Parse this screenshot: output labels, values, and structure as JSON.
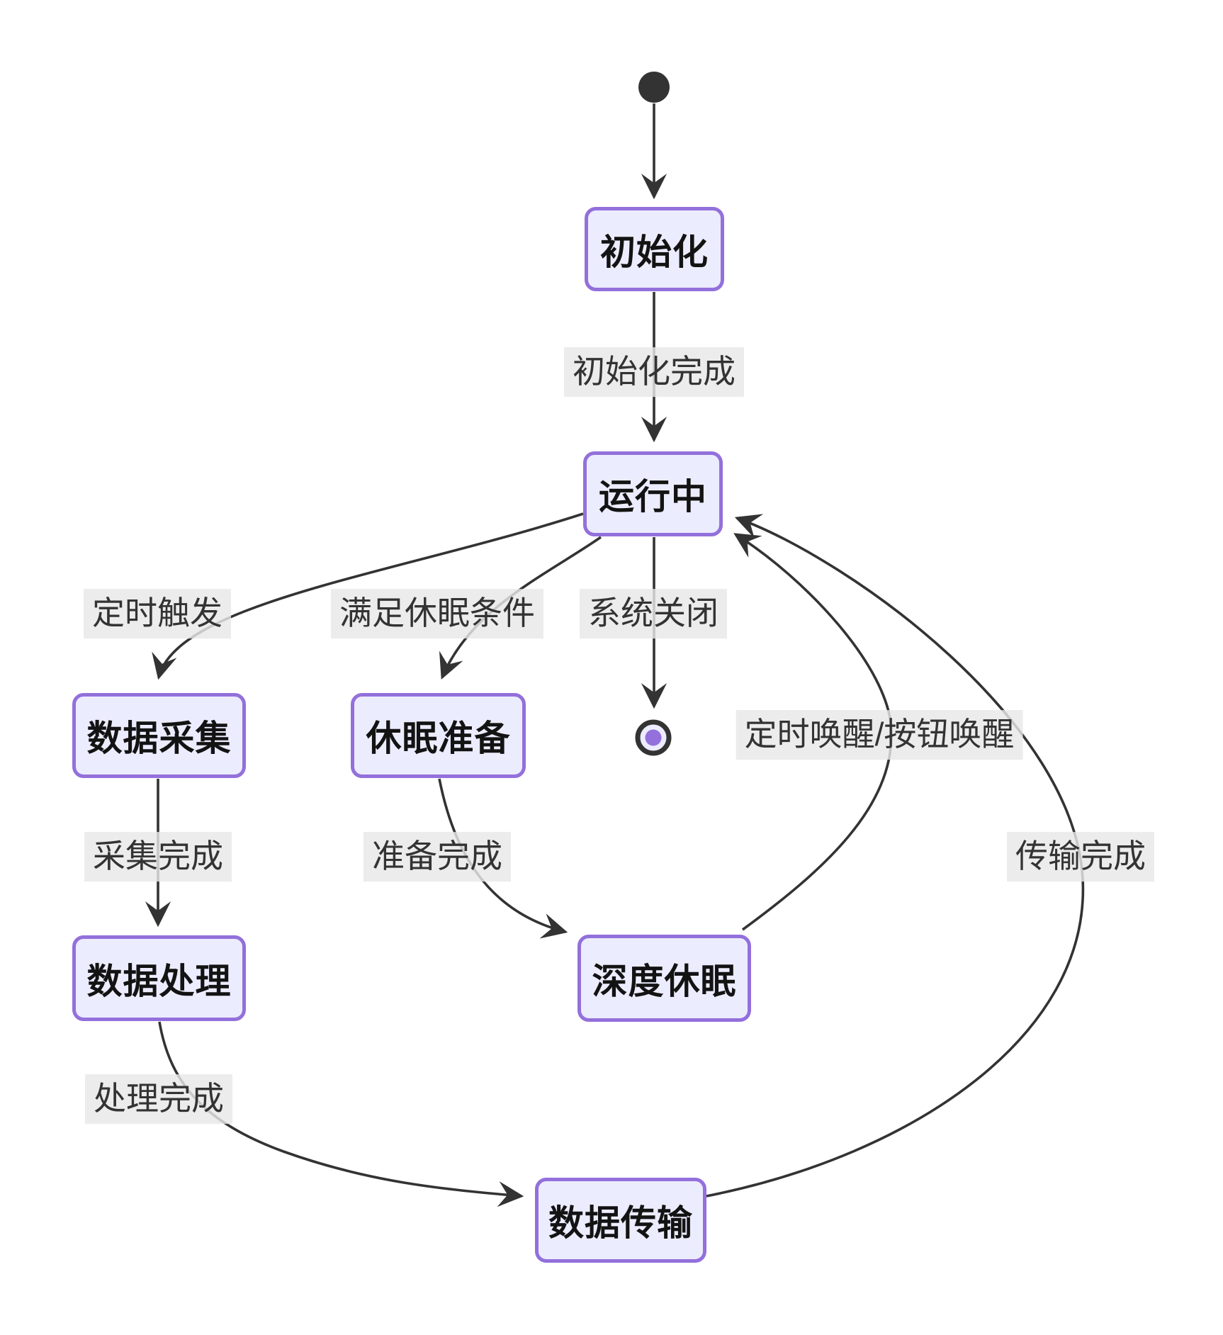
{
  "diagram": {
    "type": "state-diagram",
    "nodes": [
      {
        "id": "init",
        "label": "初始化"
      },
      {
        "id": "running",
        "label": "运行中"
      },
      {
        "id": "data-collect",
        "label": "数据采集"
      },
      {
        "id": "sleep-prep",
        "label": "休眠准备"
      },
      {
        "id": "data-process",
        "label": "数据处理"
      },
      {
        "id": "deep-sleep",
        "label": "深度休眠"
      },
      {
        "id": "data-transmit",
        "label": "数据传输"
      }
    ],
    "edges": [
      {
        "from": "start",
        "to": "init",
        "label": ""
      },
      {
        "from": "init",
        "to": "running",
        "label": "初始化完成"
      },
      {
        "from": "running",
        "to": "data-collect",
        "label": "定时触发"
      },
      {
        "from": "running",
        "to": "sleep-prep",
        "label": "满足休眠条件"
      },
      {
        "from": "running",
        "to": "end",
        "label": "系统关闭"
      },
      {
        "from": "data-collect",
        "to": "data-process",
        "label": "采集完成"
      },
      {
        "from": "sleep-prep",
        "to": "deep-sleep",
        "label": "准备完成"
      },
      {
        "from": "deep-sleep",
        "to": "running",
        "label": "定时唤醒/按钮唤醒"
      },
      {
        "from": "data-process",
        "to": "data-transmit",
        "label": "处理完成"
      },
      {
        "from": "data-transmit",
        "to": "running",
        "label": "传输完成"
      }
    ],
    "colors": {
      "node_fill": "#ECECFF",
      "node_border": "#9370DB",
      "edge_line": "#333333",
      "label_bg": "#e8e8e8",
      "node_text": "#131313",
      "label_text": "#333333",
      "start_dot": "#333333",
      "final_inner_dot": "#9370DB"
    }
  }
}
